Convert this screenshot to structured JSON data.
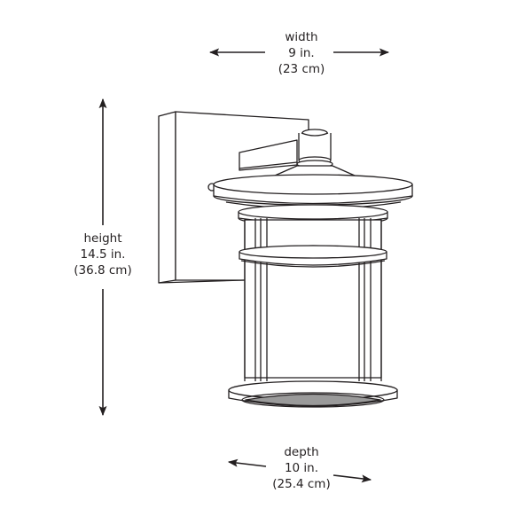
{
  "diagram": {
    "subject": "outdoor wall lantern dimension drawing",
    "colors": {
      "line": "#231f20",
      "background": "#ffffff",
      "lens_shade": "#9a9a9a"
    },
    "dimensions": {
      "width": {
        "label": "width",
        "imperial": "9 in.",
        "metric": "(23 cm)"
      },
      "height": {
        "label": "height",
        "imperial": "14.5 in.",
        "metric": "(36.8 cm)"
      },
      "depth": {
        "label": "depth",
        "imperial": "10 in.",
        "metric": "(25.4 cm)"
      }
    },
    "parts": [
      "wall backplate",
      "arm",
      "top cap",
      "canopy",
      "top ring",
      "middle band",
      "frame posts",
      "glass cylinder",
      "bottom ring"
    ]
  }
}
